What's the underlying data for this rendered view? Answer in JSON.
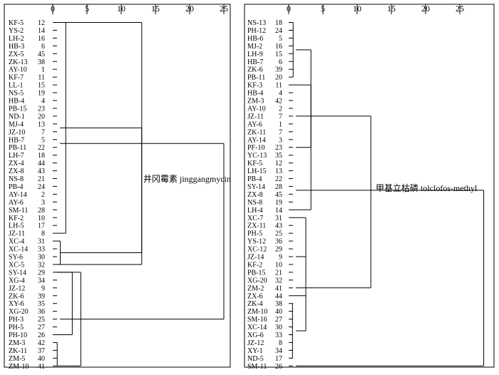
{
  "panels": [
    {
      "id": "left",
      "axis_ticks": [
        "0",
        "5",
        "10",
        "15",
        "20",
        "25"
      ],
      "annotation": "井冈霉素 jinggangmycin",
      "rows": [
        [
          "KF-5",
          "12"
        ],
        [
          "YS-2",
          "14"
        ],
        [
          "LH-2",
          "16"
        ],
        [
          "HB-3",
          "6"
        ],
        [
          "ZX-5",
          "45"
        ],
        [
          "ZK-13",
          "38"
        ],
        [
          "AY-10",
          "1"
        ],
        [
          "KF-7",
          "11"
        ],
        [
          "LL-1",
          "15"
        ],
        [
          "NS-5",
          "19"
        ],
        [
          "HB-4",
          "4"
        ],
        [
          "PB-15",
          "23"
        ],
        [
          "ND-1",
          "20"
        ],
        [
          "MJ-4",
          "13"
        ],
        [
          "JZ-10",
          "7"
        ],
        [
          "HB-7",
          "5"
        ],
        [
          "PB-11",
          "22"
        ],
        [
          "LH-7",
          "18"
        ],
        [
          "ZX-4",
          "44"
        ],
        [
          "ZX-8",
          "43"
        ],
        [
          "NS-8",
          "21"
        ],
        [
          "PB-4",
          "24"
        ],
        [
          "AY-14",
          "2"
        ],
        [
          "AY-6",
          "3"
        ],
        [
          "SM-11",
          "28"
        ],
        [
          "KF-2",
          "10"
        ],
        [
          "LH-5",
          "17"
        ],
        [
          "JZ-11",
          "8"
        ],
        [
          "XC-4",
          "31"
        ],
        [
          "XC-14",
          "33"
        ],
        [
          "SY-6",
          "30"
        ],
        [
          "XC-5",
          "32"
        ],
        [
          "SY-14",
          "29"
        ],
        [
          "XG-4",
          "34"
        ],
        [
          "JZ-12",
          "9"
        ],
        [
          "ZK-6",
          "39"
        ],
        [
          "XY-6",
          "35"
        ],
        [
          "XG-20",
          "36"
        ],
        [
          "PH-3",
          "25"
        ],
        [
          "PH-5",
          "27"
        ],
        [
          "PH-10",
          "26"
        ],
        [
          "ZM-3",
          "42"
        ],
        [
          "ZK-11",
          "37"
        ],
        [
          "ZM-5",
          "40"
        ],
        [
          "ZM-10",
          "41"
        ]
      ]
    },
    {
      "id": "right",
      "axis_ticks": [
        "0",
        "5",
        "10",
        "15",
        "20",
        "25"
      ],
      "annotation": "甲基立枯磷 tolclofos-methyl",
      "rows": [
        [
          "NS-13",
          "18"
        ],
        [
          "PH-12",
          "24"
        ],
        [
          "HB-6",
          "5"
        ],
        [
          "MJ-2",
          "16"
        ],
        [
          "LH-9",
          "15"
        ],
        [
          "HB-7",
          "6"
        ],
        [
          "ZK-6",
          "39"
        ],
        [
          "PB-11",
          "20"
        ],
        [
          "KF-3",
          "11"
        ],
        [
          "HB-4",
          "4"
        ],
        [
          "ZM-3",
          "42"
        ],
        [
          "AY-10",
          "2"
        ],
        [
          "JZ-11",
          "7"
        ],
        [
          "AY-6",
          "1"
        ],
        [
          "ZK-11",
          "7"
        ],
        [
          "AY-14",
          "3"
        ],
        [
          "PF-10",
          "23"
        ],
        [
          "YC-13",
          "35"
        ],
        [
          "KF-5",
          "12"
        ],
        [
          "LH-15",
          "13"
        ],
        [
          "PB-4",
          "22"
        ],
        [
          "SY-14",
          "28"
        ],
        [
          "ZX-8",
          "45"
        ],
        [
          "NS-8",
          "19"
        ],
        [
          "LH-4",
          "14"
        ],
        [
          "XC-7",
          "31"
        ],
        [
          "ZX-11",
          "43"
        ],
        [
          "PH-5",
          "25"
        ],
        [
          "YS-12",
          "36"
        ],
        [
          "XC-12",
          "29"
        ],
        [
          "JZ-14",
          "9"
        ],
        [
          "KF-2",
          "10"
        ],
        [
          "PB-15",
          "21"
        ],
        [
          "XG-20",
          "32"
        ],
        [
          "ZM-2",
          "41"
        ],
        [
          "ZX-6",
          "44"
        ],
        [
          "ZK-4",
          "38"
        ],
        [
          "ZM-10",
          "40"
        ],
        [
          "SM-16",
          "27"
        ],
        [
          "XC-14",
          "30"
        ],
        [
          "XG-6",
          "33"
        ],
        [
          "JZ-12",
          "8"
        ],
        [
          "XY-1",
          "34"
        ],
        [
          "ND-5",
          "17"
        ],
        [
          "SM-11",
          "26"
        ]
      ]
    }
  ]
}
